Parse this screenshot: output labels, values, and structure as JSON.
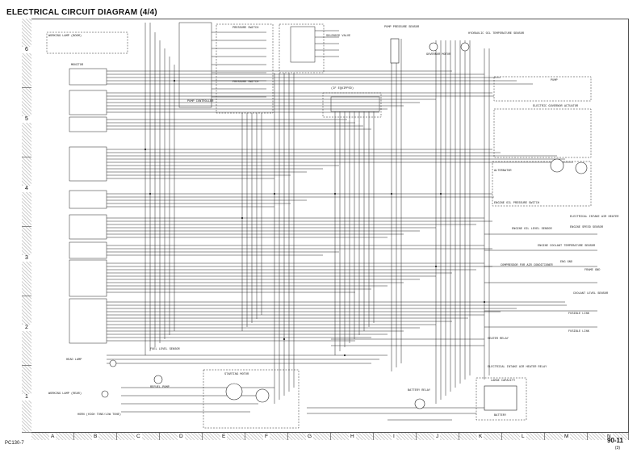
{
  "header": {
    "title": "ELECTRICAL CIRCUIT DIAGRAM (4/4)"
  },
  "footer": {
    "model": "PC130-7",
    "page": "90-11",
    "page_sub": "(3)"
  },
  "grid": {
    "rows": [
      "6",
      "5",
      "4",
      "3",
      "2",
      "1"
    ],
    "cols": [
      "A",
      "B",
      "C",
      "D",
      "E",
      "F",
      "G",
      "H",
      "I",
      "J",
      "K",
      "L",
      "M",
      "N"
    ]
  },
  "labels": {
    "working_lamp_boom": "WORKING LAMP (BOOM)",
    "working_lamp_rear": "WORKING LAMP (REAR)",
    "head_lamp": "HEAD LAMP",
    "horn": "HORN (HIGH TONE/LOW TONE)",
    "pressure_switch_top": "PRESSURE SWITCH",
    "pressure_switch_mid": "PRESSURE SWITCH",
    "solenoid_valve": "SOLENOID VALVE",
    "pump_pressure_sensor": "PUMP PRESSURE SENSOR",
    "hydraulic_oil_temp_sensor": "HYDRAULIC OIL TEMPERATURE SENSOR",
    "governor_motor": "GOVERNOR MOTOR",
    "pump": "PUMP",
    "electric_governor_actuator": "ELECTRIC GOVERNOR ACTUATOR",
    "alternator": "ALTERNATOR",
    "starting_motor": "STARTING MOTOR",
    "engine_oil_pressure_switch": "ENGINE OIL PRESSURE SWITCH",
    "engine_oil_level_sensor": "ENGINE OIL LEVEL SENSOR",
    "electrical_intake_air_heater": "ELECTRICAL INTAKE AIR HEATER",
    "engine_speed_sensor": "ENGINE SPEED SENSOR",
    "coolant_temp_sensor": "ENGINE COOLANT TEMPERATURE SENSOR",
    "compressor": "COMPRESSOR FOR AIR CONDITIONER",
    "engine_ground": "ENG GND",
    "frame_ground": "FRAME GND",
    "coolant_level_sensor": "COOLANT LEVEL SENSOR",
    "fusible_link_1": "FUSIBLE LINK",
    "fusible_link_2": "FUSIBLE LINK",
    "heater_relay": "HEATER RELAY",
    "battery_relay": "BATTERY RELAY",
    "battery": "BATTERY",
    "intake_heater_relay": "ELECTRICAL INTAKE AIR HEATER RELAY",
    "refuel_pump": "REFUEL PUMP",
    "fuel_level_sensor": "FUEL LEVEL SENSOR",
    "large_capacity": "LARGE CAPACITY",
    "option": "(IF EQUIPPED)",
    "pump_controller": "PUMP CONTROLLER",
    "monitor": "MONITOR",
    "model_note": "PC130-7"
  }
}
